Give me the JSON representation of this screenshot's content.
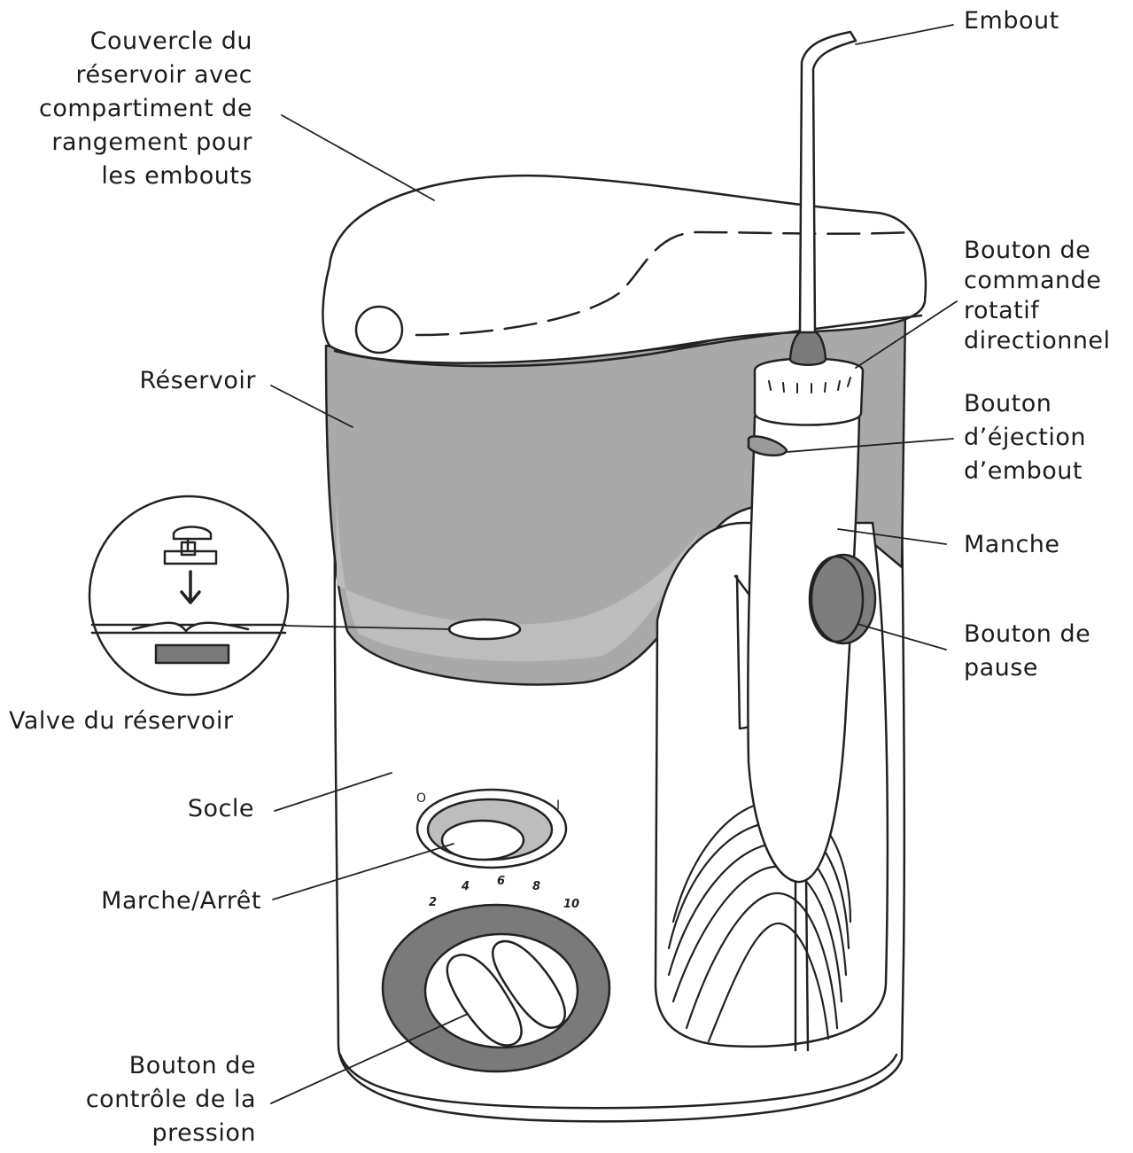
{
  "labels": {
    "lid": [
      "Couvercle du",
      "réservoir avec",
      "compartiment de",
      "rangement pour",
      "les embouts"
    ],
    "reservoir": [
      "Réservoir"
    ],
    "valve": [
      "Valve du réservoir"
    ],
    "base": [
      "Socle"
    ],
    "power": [
      "Marche/Arrêt"
    ],
    "pressure": [
      "Bouton de",
      "contrôle de la",
      "pression"
    ],
    "tip": [
      "Embout"
    ],
    "rotation": [
      "Bouton de",
      "commande",
      "rotatif",
      "directionnel"
    ],
    "eject": [
      "Bouton",
      "d’éjection",
      "d’embout"
    ],
    "handle": [
      "Manche"
    ],
    "pause": [
      "Bouton de",
      "pause"
    ]
  },
  "dial": {
    "scale": [
      "2",
      "4",
      "6",
      "8",
      "10"
    ],
    "off_mark": "O",
    "on_mark": "I"
  },
  "colors": {
    "outline": "#222222",
    "reservoir_fill": "#a9a9a9",
    "dark_fill": "#7a7a7a",
    "label_text": "#1c1c1c"
  }
}
